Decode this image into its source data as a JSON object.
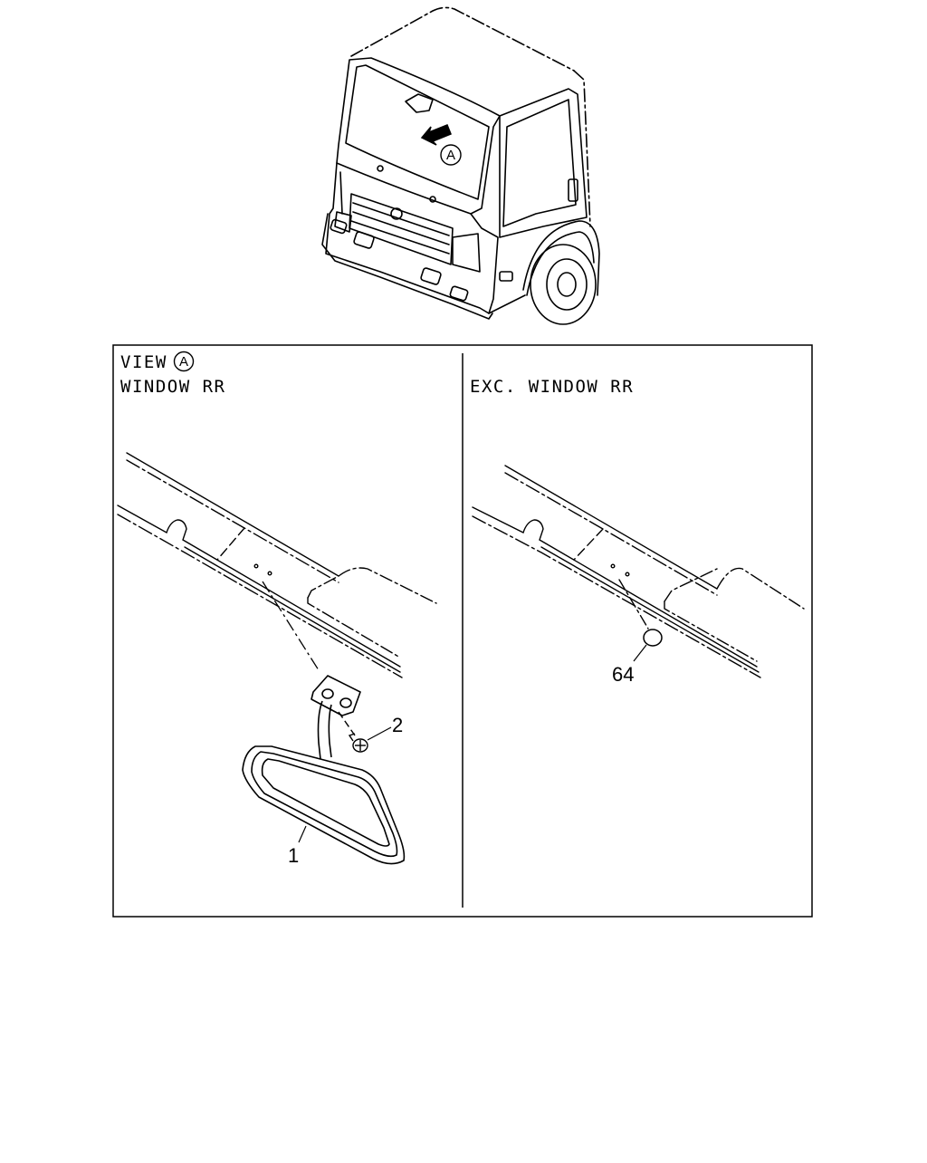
{
  "diagram": {
    "callout_letter": "A",
    "left_panel": {
      "view_prefix": "VIEW",
      "view_letter": "A",
      "subtitle": "WINDOW RR",
      "part_labels": [
        "1",
        "2"
      ]
    },
    "right_panel": {
      "subtitle": "EXC. WINDOW RR",
      "part_labels": [
        "64"
      ]
    }
  }
}
